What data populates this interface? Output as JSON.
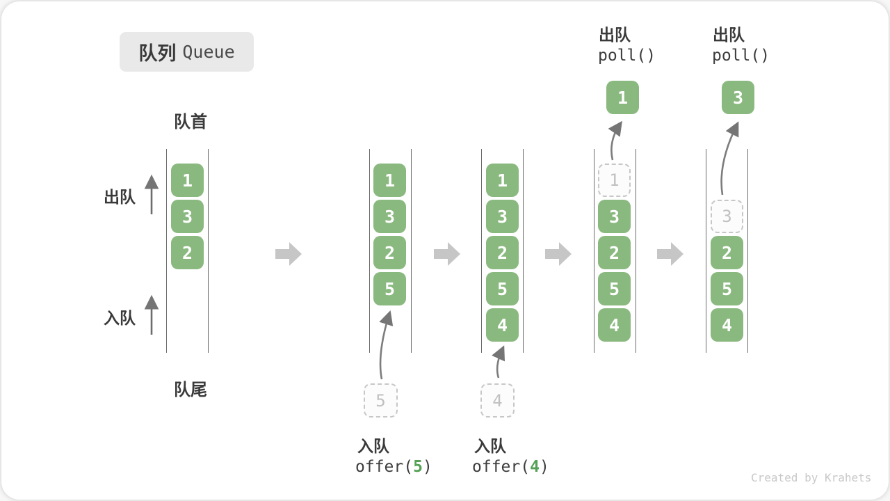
{
  "title": {
    "zh": "队列",
    "en": "Queue"
  },
  "side_labels": {
    "front": "队首",
    "rear": "队尾",
    "dequeue": "出队",
    "enqueue": "入队"
  },
  "polls": [
    {
      "label": "出队",
      "code": "poll()",
      "result": "1"
    },
    {
      "label": "出队",
      "code": "poll()",
      "result": "3"
    }
  ],
  "offers": [
    {
      "label": "入队",
      "code_prefix": "offer(",
      "arg": "5",
      "code_suffix": ")",
      "pending": "5"
    },
    {
      "label": "入队",
      "code_prefix": "offer(",
      "arg": "4",
      "code_suffix": ")",
      "pending": "4"
    }
  ],
  "columns": [
    {
      "slots": [
        "1",
        "3",
        "2"
      ]
    },
    {
      "slots": [
        "1",
        "3",
        "2",
        "5"
      ]
    },
    {
      "slots": [
        "1",
        "3",
        "2",
        "5",
        "4"
      ]
    },
    {
      "dashed": "1",
      "slots": [
        "3",
        "2",
        "5",
        "4"
      ]
    },
    {
      "dashed": "3",
      "slots": [
        "2",
        "5",
        "4"
      ]
    }
  ],
  "watermark": "Created by Krahets",
  "colors": {
    "box_green": "#8ab980",
    "box_text": "#ffffff",
    "code_arg_green": "#55a155",
    "block_arrow": "#c6c6c6",
    "channel_line": "#6b6b6b",
    "dashed_border": "#c7c7c7"
  }
}
